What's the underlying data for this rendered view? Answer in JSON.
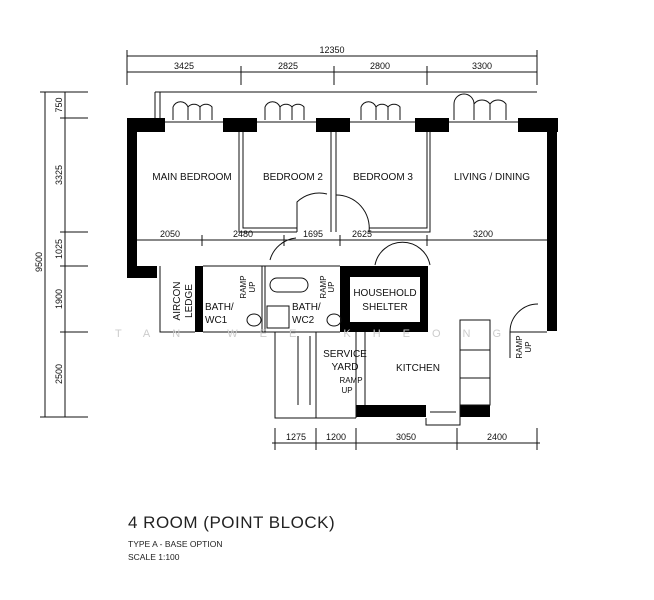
{
  "plan": {
    "title": "4 ROOM (POINT BLOCK)",
    "subtitle": "TYPE A - BASE OPTION",
    "scale": "SCALE 1:100",
    "watermark": "TAN WEE KHEONG"
  },
  "dimensions": {
    "top_overall": "12350",
    "top": [
      "3425",
      "2825",
      "2800",
      "3300"
    ],
    "left_overall": "9500",
    "left": [
      "750",
      "3325",
      "1025",
      "1900",
      "2500"
    ],
    "internal": [
      "2050",
      "2480",
      "1695",
      "2625",
      "3200"
    ],
    "bottom": [
      "1275",
      "1200",
      "3050",
      "2400"
    ]
  },
  "rooms": {
    "main_bedroom": "MAIN BEDROOM",
    "bedroom2": "BEDROOM 2",
    "bedroom3": "BEDROOM 3",
    "living": "LIVING / DINING",
    "aircon1": "AIRCON",
    "aircon2": "LEDGE",
    "bath1a": "BATH/",
    "bath1b": "WC1",
    "bath2a": "BATH/",
    "bath2b": "WC2",
    "shelter1": "HOUSEHOLD",
    "shelter2": "SHELTER",
    "service1": "SERVICE",
    "service2": "YARD",
    "kitchen": "KITCHEN",
    "ramp": "RAMP",
    "up": "UP"
  }
}
